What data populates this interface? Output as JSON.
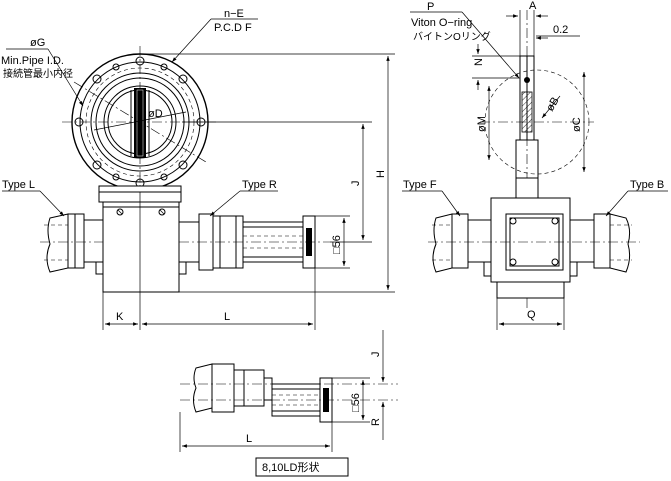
{
  "front_view": {
    "n_e": "n−E",
    "pcd_f": "P.C.D F",
    "phi_g": "øG",
    "min_pipe_id": "Min.Pipe I.D.",
    "min_pipe_id_jp": "接続管最小内径",
    "phi_d": "øD",
    "type_l": "Type L",
    "type_r": "Type R",
    "dim_j": "J",
    "dim_h": "H",
    "dim_56": "□56",
    "dim_k": "K",
    "dim_l": "L"
  },
  "side_view": {
    "p": "P",
    "a": "A",
    "viton": "Viton O−ring",
    "viton_jp": "バイトンOリング",
    "val_02": "0.2",
    "n": "N",
    "phi_m": "øM",
    "phi_b": "øB",
    "phi_c": "øC",
    "type_f": "Type F",
    "type_b": "Type B",
    "dim_q": "Q"
  },
  "bottom_view": {
    "dim_j": "J",
    "dim_56": "□56",
    "dim_r": "R",
    "dim_l": "L",
    "caption": "8,10LD形状"
  }
}
